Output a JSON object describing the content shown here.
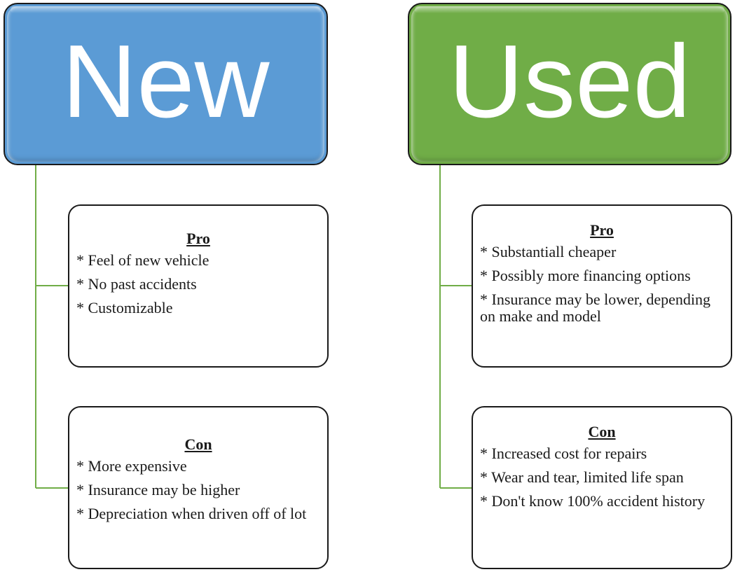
{
  "colors": {
    "new_fill": "#5b9bd5",
    "used_fill": "#70ad47",
    "connector_line": "#70ad47",
    "border": "#1a1a1a",
    "header_text": "#ffffff"
  },
  "columns": [
    {
      "header": "New",
      "pro": {
        "title": "Pro",
        "items": [
          "* Feel of new vehicle",
          "* No past accidents",
          "* Customizable"
        ]
      },
      "con": {
        "title": "Con",
        "items": [
          "* More expensive",
          "* Insurance may be higher",
          "* Depreciation when driven off of lot"
        ]
      }
    },
    {
      "header": "Used",
      "pro": {
        "title": "Pro",
        "items": [
          "* Substantiall cheaper",
          "* Possibly more financing options",
          "* Insurance may be lower, depending on make and model"
        ]
      },
      "con": {
        "title": "Con",
        "items": [
          "* Increased cost for repairs",
          "* Wear and tear, limited life span",
          "* Don't know 100% accident history"
        ]
      }
    }
  ]
}
